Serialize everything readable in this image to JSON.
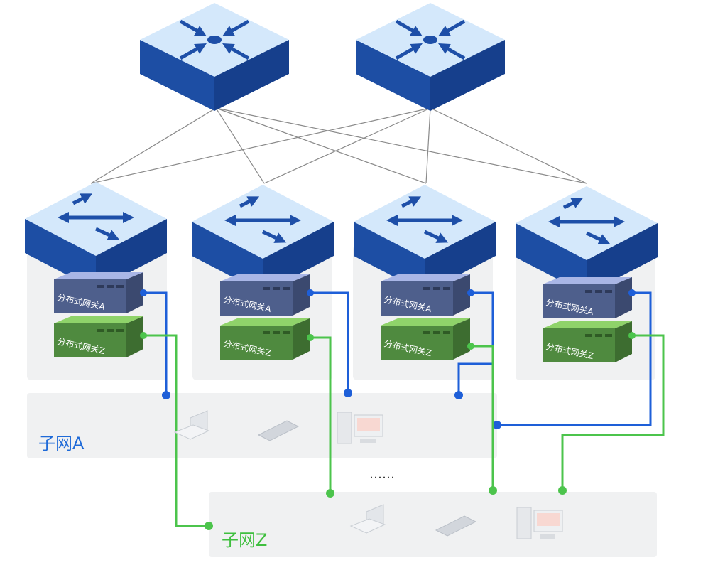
{
  "colors": {
    "top_face": "#d4e8fb",
    "side": "#1a4a9e",
    "arrow": "#1e4fa8",
    "gw_a": "#4e5f8c",
    "gw_a_top": "#a9b6e6",
    "gw_z": "#4f8a3f",
    "gw_z_top": "#8fd36a",
    "link_a": "#1e5fd8",
    "link_z": "#4cc44c",
    "mesh": "#8a8a8a",
    "panel": "#f0f1f2"
  },
  "spine_switches": [
    {
      "icon": "router-icon"
    },
    {
      "icon": "router-icon"
    }
  ],
  "leaf_switches": [
    {
      "icon": "switch-icon",
      "gateway_a_label": "分布式网关A",
      "gateway_z_label": "分布式网关Z"
    },
    {
      "icon": "switch-icon",
      "gateway_a_label": "分布式网关A",
      "gateway_z_label": "分布式网关Z"
    },
    {
      "icon": "switch-icon",
      "gateway_a_label": "分布式网关A",
      "gateway_z_label": "分布式网关Z"
    },
    {
      "icon": "switch-icon",
      "gateway_a_label": "分布式网关A",
      "gateway_z_label": "分布式网关Z"
    }
  ],
  "subnets": [
    {
      "label": "子网A",
      "devices": [
        "laptop-icon",
        "tablet-icon",
        "desktop-icon"
      ]
    },
    {
      "label": "子网Z",
      "devices": [
        "laptop-icon",
        "tablet-icon",
        "desktop-icon"
      ]
    }
  ],
  "ellipsis": "……"
}
